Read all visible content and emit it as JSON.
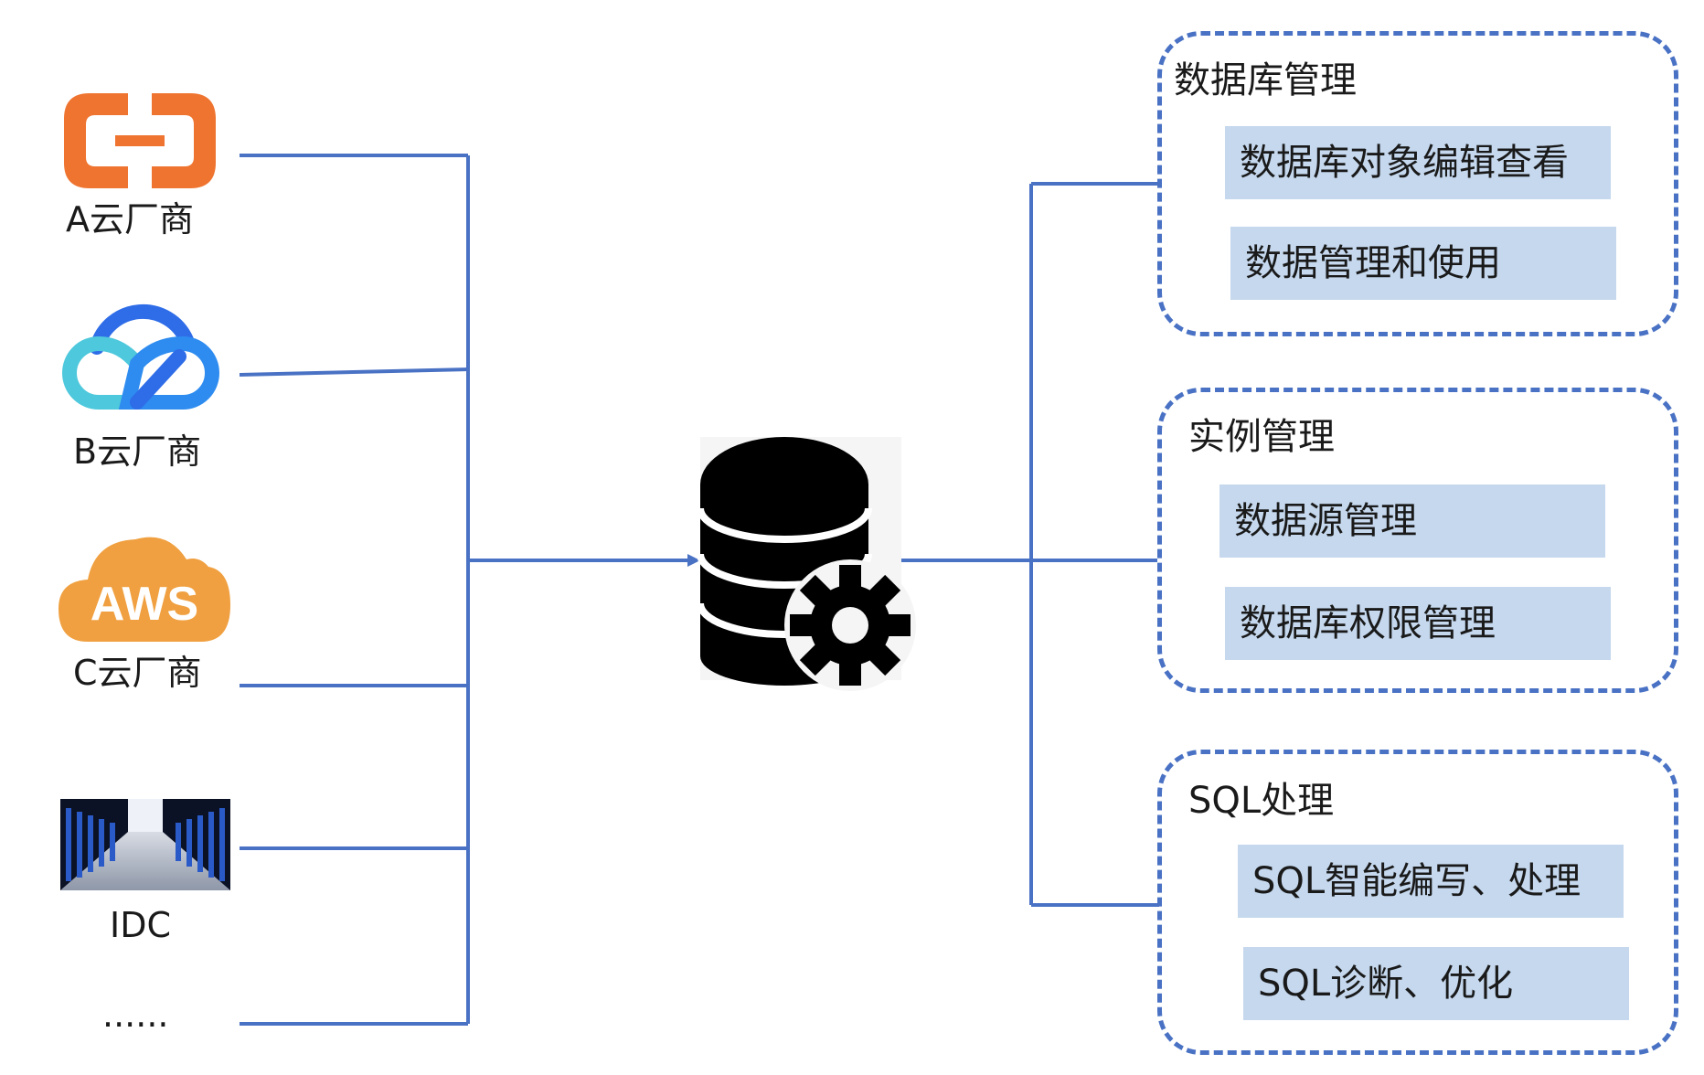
{
  "sources": [
    {
      "label": "A云厂商",
      "icon": "alibaba-cloud-logo-icon"
    },
    {
      "label": "B云厂商",
      "icon": "tencent-cloud-logo-icon"
    },
    {
      "label": "C云厂商",
      "icon": "aws-cloud-logo-icon",
      "logo_text": "AWS"
    },
    {
      "label": "IDC",
      "icon": "server-room-photo-icon"
    },
    {
      "label": "......"
    }
  ],
  "center": {
    "icon": "database-gear-icon"
  },
  "groups": [
    {
      "title": "数据库管理",
      "items": [
        "数据库对象编辑查看",
        "数据管理和使用"
      ]
    },
    {
      "title": "实例管理",
      "items": [
        "数据源管理",
        "数据库权限管理"
      ]
    },
    {
      "title": "SQL处理",
      "items": [
        "SQL智能编写、处理",
        "SQL诊断、优化"
      ]
    }
  ],
  "colors": {
    "line": "#4a72c4",
    "item_fill": "#c5d8ee",
    "alibaba_orange": "#ef7430",
    "tencent_blue": "#2e6ce8",
    "tencent_cyan": "#4ec8dc",
    "aws_orange": "#f0a040"
  }
}
